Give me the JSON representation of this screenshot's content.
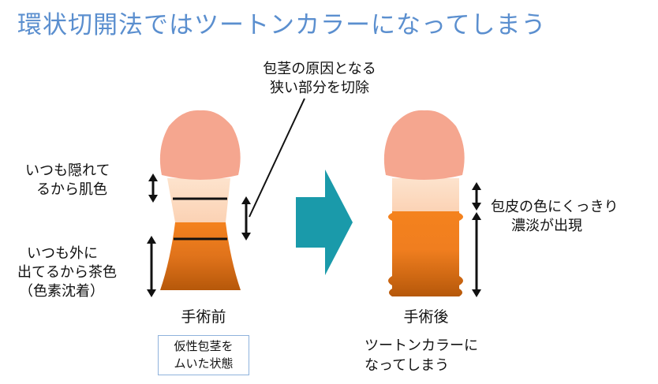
{
  "title": "環状切開法ではツートンカラーになってしまう",
  "labels": {
    "cut_note_line1": "包茎の原因となる",
    "cut_note_line2": "狭い部分を切除",
    "always_hidden_line1": "いつも隠れて",
    "always_hidden_line2": "るから肌色",
    "always_out_line1": "いつも外に",
    "always_out_line2": "出てるから茶色",
    "always_out_line3": "（色素沈着）",
    "before": "手術前",
    "before_box_line1": "仮性包茎を",
    "before_box_line2": "ムいた状態",
    "after": "手術後",
    "after_right_line1": "包皮の色にくっきり",
    "after_right_line2": "濃淡が出現",
    "after_note_line1": "ツートンカラーに",
    "after_note_line2": "なってしまう"
  },
  "colors": {
    "title": "#5b8fcf",
    "head": "#f5a68f",
    "skin": "#fde0c8",
    "orange": "#f4821e",
    "brown": "#b6580a",
    "arrow": "#1a9aaa",
    "box_border": "#8fb2dc"
  }
}
